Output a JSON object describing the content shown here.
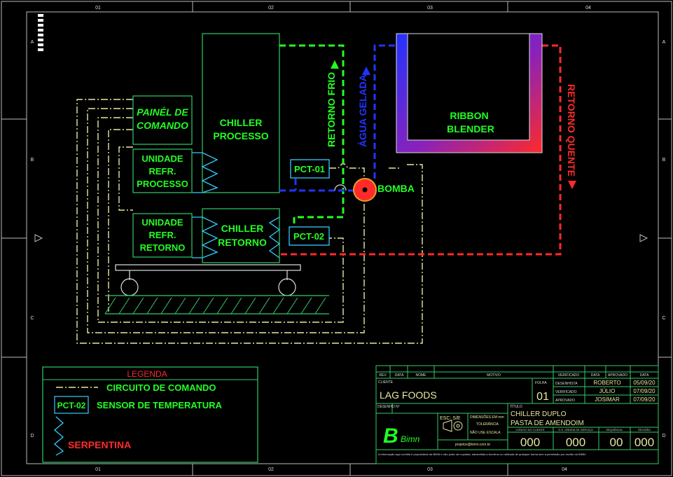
{
  "border": {
    "col_labels": [
      "01",
      "02",
      "03",
      "04"
    ],
    "row_labels": [
      "A",
      "B",
      "C",
      "D"
    ]
  },
  "blocks": {
    "painel": [
      "PAINÉL DE",
      "COMANDO"
    ],
    "unidade_proc": [
      "UNIDADE",
      "REFR.",
      "PROCESSO"
    ],
    "unidade_ret": [
      "UNIDADE",
      "REFR.",
      "RETORNO"
    ],
    "chiller_proc": [
      "CHILLER",
      "PROCESSO"
    ],
    "chiller_ret": [
      "CHILLER",
      "RETORNO"
    ],
    "ribbon": [
      "RIBBON",
      "BLENDER"
    ],
    "pct01": "PCT-01",
    "pct02": "PCT-02",
    "bomba": "BOMBA"
  },
  "flows": {
    "retorno_frio": "RETORNO FRIO",
    "agua_gelada": "ÁGUA GELADA",
    "retorno_quente": "RETORNO QUENTE"
  },
  "colors": {
    "green": "#22ff22",
    "cad_green": "#33cc66",
    "blue": "#2233ff",
    "red": "#ff2a2a",
    "yellow": "#e8e8a0",
    "cyan": "#33ccff"
  },
  "legend": {
    "title": "LEGENDA",
    "circuit": "CIRCUITO DE COMANDO",
    "sensor_code": "PCT-02",
    "sensor": "SENSOR DE TEMPERATURA",
    "coil": "SERPENTINA"
  },
  "title_block": {
    "headers": [
      "REV.",
      "DATA",
      "NOME",
      "MOTIVO"
    ],
    "client_label": "CLIENTE",
    "client": "LAG FOODS",
    "sheet_label": "FOLHA",
    "sheet": "01",
    "sign_roles": [
      "DESENHISTA",
      "VERIFICADO",
      "APROVADO"
    ],
    "sign_headers": [
      "VERIFICADO",
      "DATA",
      "APROVADO",
      "DATA"
    ],
    "sign_names": [
      "ROBERTO",
      "JÚLIO",
      "JOSIMAR"
    ],
    "sign_dates": [
      "05/09/20",
      "07/09/20",
      "07/09/20"
    ],
    "drawing_label": "DESENHO Nº",
    "title_label": "TÍTULO",
    "title_line1": "CHILLER DUPLO",
    "title_line2": "PASTA DE AMENDOIM",
    "scale": "ESC: S/E",
    "dim": "DIMENSÕES EM mm",
    "tolerance": "TOLERÂNCIA",
    "projection": "NÃO USE ESCALA",
    "email": "projetos@bimn.com.br",
    "logo_text": "Bimn",
    "code_labels": [
      "CÓDIGO DO CLIENTE",
      "O.S. ORDEM DE SERVIÇO",
      "SEQUÊNCIA",
      "REVISÃO"
    ],
    "code_values": [
      "000",
      "000",
      "00",
      "000"
    ],
    "disclaimer": "A informação aqui contida é propriedade da BIMN e não pode ser copiada, transmitida a terceiros ou utilizada de qualquer forma sem a permissão por escrito da BIMN."
  }
}
